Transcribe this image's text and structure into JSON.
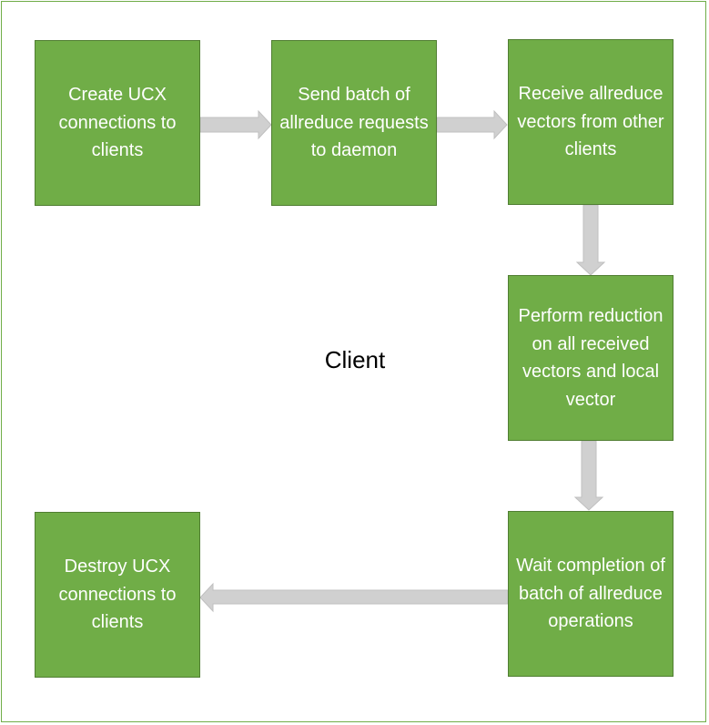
{
  "diagram": {
    "center_label": "Client",
    "steps": [
      {
        "id": "create",
        "label": "Create UCX connections to clients"
      },
      {
        "id": "send",
        "label": "Send batch of allreduce requests to daemon"
      },
      {
        "id": "receive",
        "label": "Receive allreduce vectors from other clients"
      },
      {
        "id": "perform",
        "label": "Perform reduction on all received vectors and local vector"
      },
      {
        "id": "wait",
        "label": "Wait completion of batch of allreduce operations"
      },
      {
        "id": "destroy",
        "label": "Destroy UCX connections to clients"
      }
    ],
    "colors": {
      "box_fill": "#70ad47",
      "box_border": "#507e32",
      "arrow_fill": "#d0d0d0",
      "arrow_stroke": "#bfbfbf",
      "frame": "#70ad47"
    }
  }
}
